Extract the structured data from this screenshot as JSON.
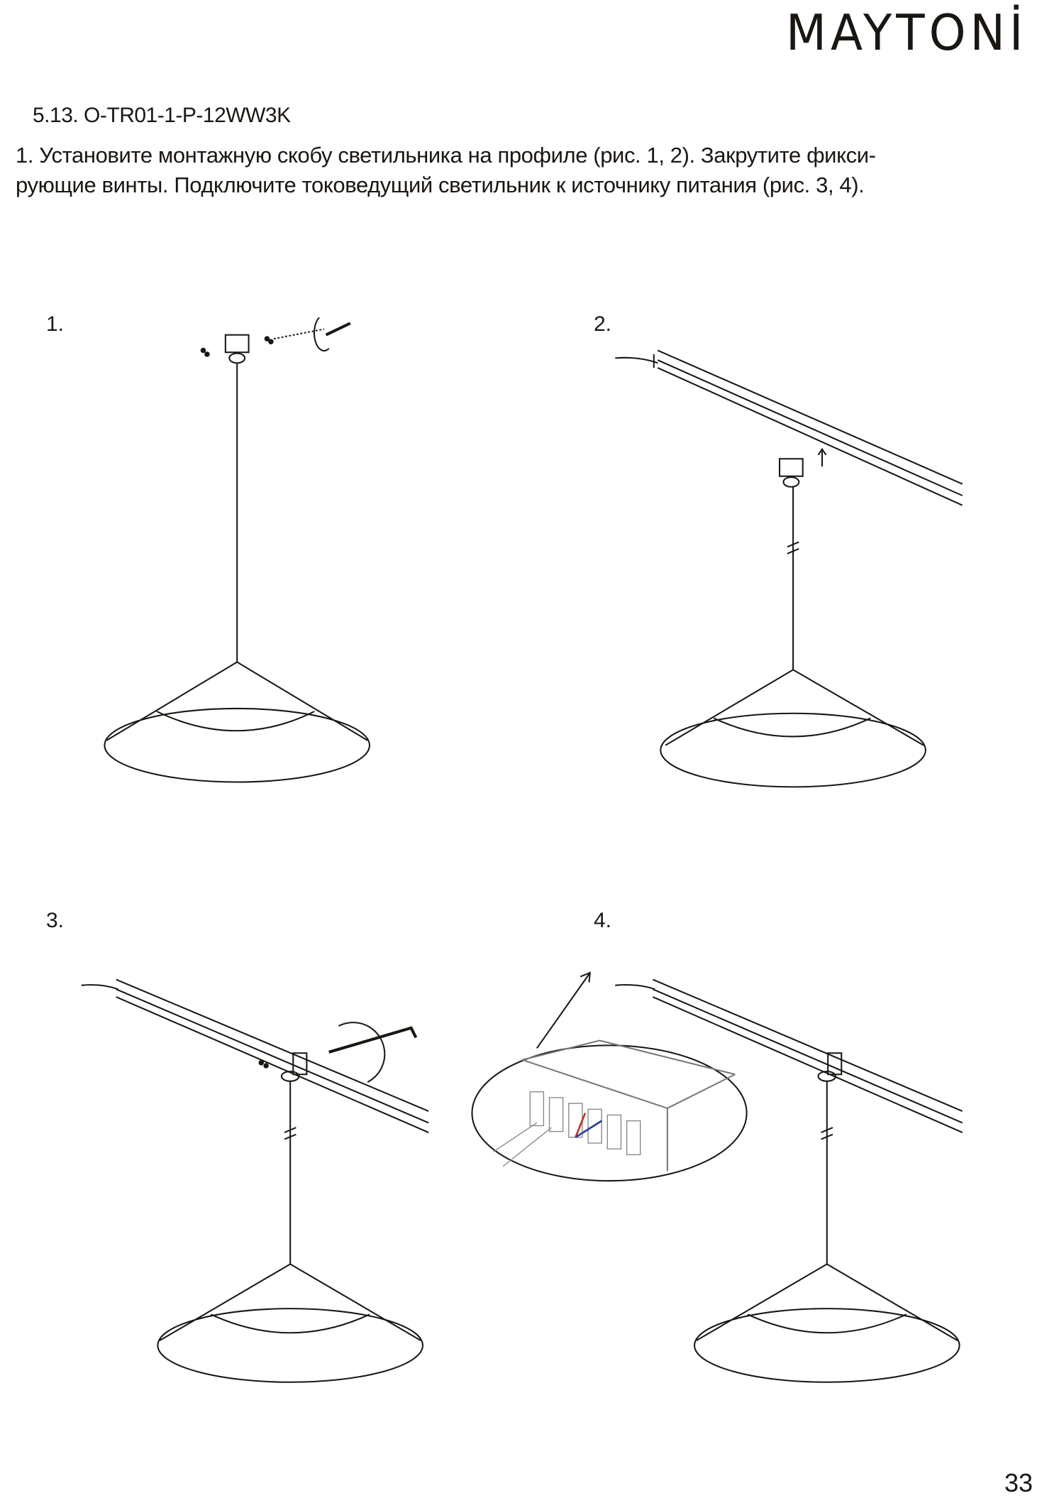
{
  "logo": "MAYTONİ",
  "section_title": "5.13. O-TR01-1-P-12WW3K",
  "instruction_lines": [
    "1. Установите монтажную скобу светильника на профиле (рис. 1, 2). Закрутите фикси-",
    "рующие винты. Подключите токоведущий светильник к источнику питания (рис. 3, 4)."
  ],
  "figures": [
    {
      "label": "1."
    },
    {
      "label": "2."
    },
    {
      "label": "3."
    },
    {
      "label": "4."
    }
  ],
  "page_number": "33",
  "colors": {
    "text": "#1a1612",
    "wire_red": "#c0392b",
    "wire_blue": "#2c3e9e"
  }
}
